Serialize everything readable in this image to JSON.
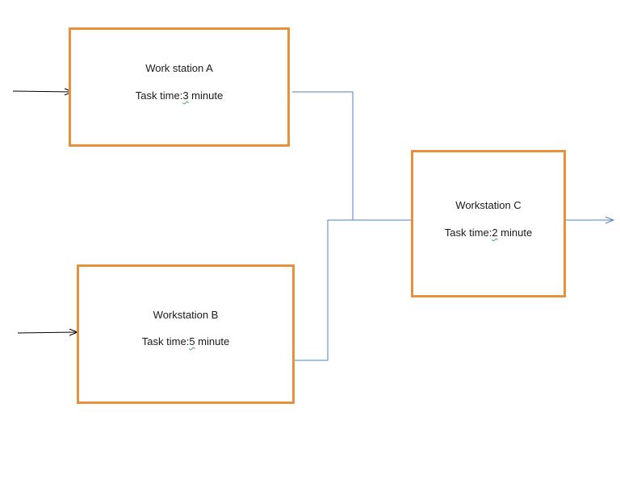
{
  "stations": {
    "a": {
      "name": "Work station A",
      "time_label": "Task time:",
      "time_value": "3",
      "time_unit": " minute"
    },
    "b": {
      "name": "Workstation B",
      "time_label": "Task time:",
      "time_value": "5",
      "time_unit": " minute"
    },
    "c": {
      "name": "Workstation C",
      "time_label": "Task time:",
      "time_value": "2",
      "time_unit": " minute"
    }
  },
  "colors": {
    "box_border": "#e8913c",
    "connector": "#4f81bd",
    "input_arrow": "#000000",
    "spellcheck_underline": "#3aa655"
  }
}
